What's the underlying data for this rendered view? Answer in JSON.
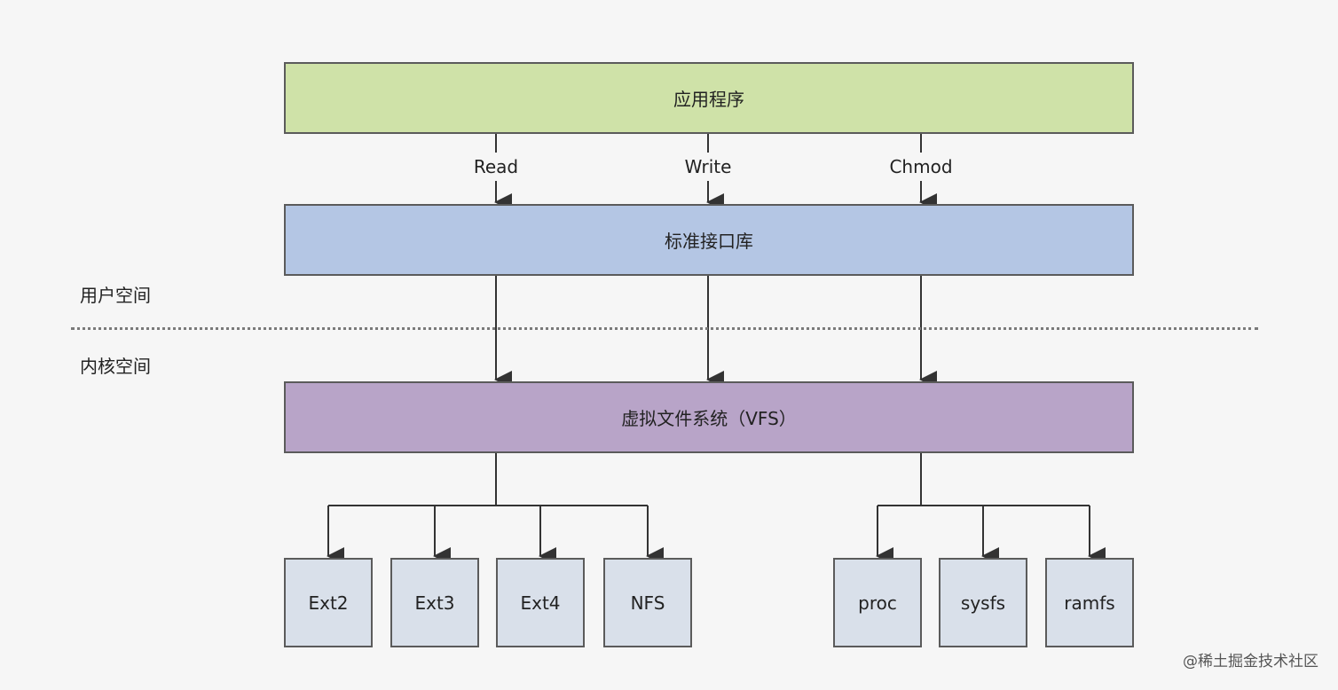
{
  "layers": {
    "app": "应用程序",
    "stdlib": "标准接口库",
    "vfs": "虚拟文件系统（VFS）"
  },
  "calls": [
    "Read",
    "Write",
    "Chmod"
  ],
  "space_labels": {
    "user": "用户空间",
    "kernel": "内核空间"
  },
  "filesystems": [
    "Ext2",
    "Ext3",
    "Ext4",
    "NFS",
    "proc",
    "sysfs",
    "ramfs"
  ],
  "footer": "@稀土掘金技术社区",
  "colors": {
    "app": "#cfe2a8",
    "stdlib": "#b4c6e4",
    "vfs": "#b8a4c8",
    "fs": "#d9e0ea",
    "line": "#333333"
  }
}
